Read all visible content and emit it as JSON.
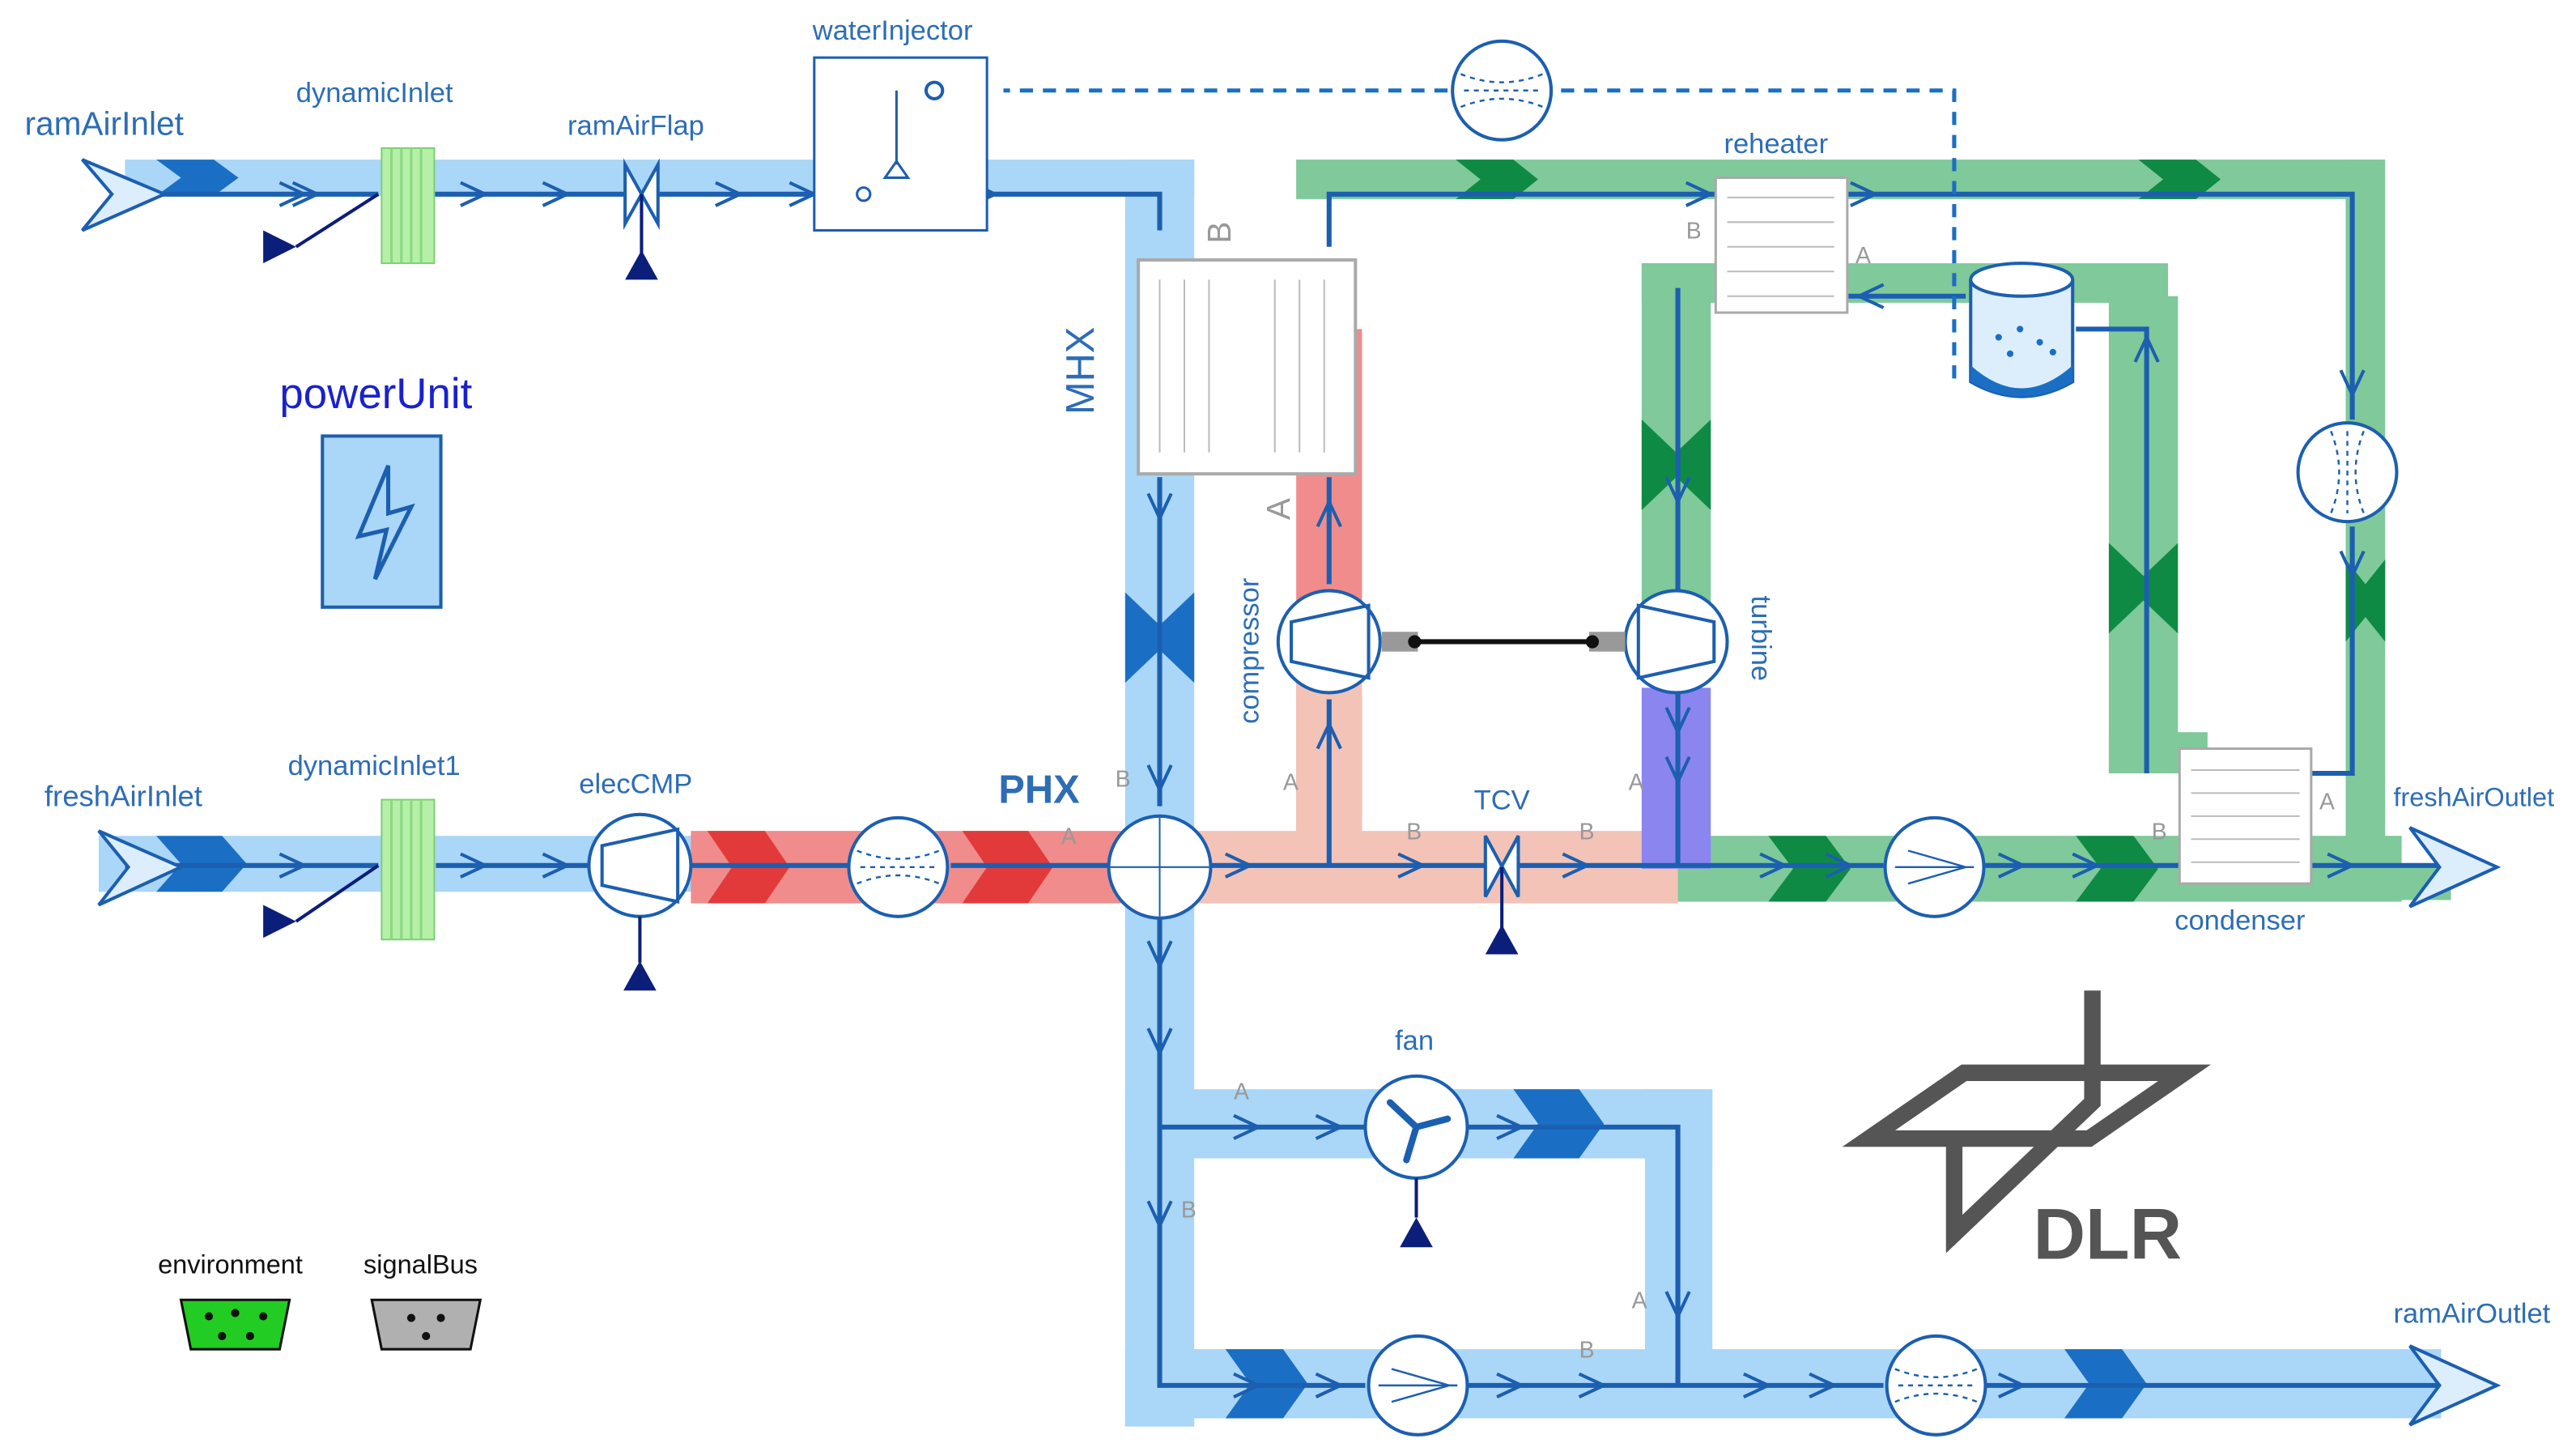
{
  "diagram": {
    "labels": {
      "ramAirInlet": "ramAirInlet",
      "dynamicInlet": "dynamicInlet",
      "ramAirFlap": "ramAirFlap",
      "waterInjector": "waterInjector",
      "reheater": "reheater",
      "MHX": "MHX",
      "powerUnit": "powerUnit",
      "compressor": "compressor",
      "turbine": "turbine",
      "freshAirInlet": "freshAirInlet",
      "dynamicInlet1": "dynamicInlet1",
      "elecCMP": "elecCMP",
      "PHX": "PHX",
      "TCV": "TCV",
      "freshAirOutlet": "freshAirOutlet",
      "condenser": "condenser",
      "fan": "fan",
      "ramAirOutlet": "ramAirOutlet",
      "environment": "environment",
      "signalBus": "signalBus",
      "logo": "DLR"
    },
    "port_letters": {
      "A": "A",
      "B": "B"
    },
    "colors": {
      "ram_air": "#aad6f7",
      "ram_air_chevron": "#1a6fc4",
      "hot_air": "#f08c8c",
      "hot_air_chevron": "#e23a3a",
      "warm_air": "#f3c3b8",
      "cold_air": "#7fc99a",
      "cold_air_chevron": "#0f8a44",
      "turbine_exit": "#8b85f0",
      "label_blue": "#2d6db5",
      "signal_navy": "#0b1e7a",
      "environment_connector": "#22cc22",
      "signalbus_connector": "#b0b0b0",
      "logo_gray": "#555555"
    },
    "icons": {
      "inlet": "hollow-arrow-inlet-icon",
      "outlet": "hollow-arrow-outlet-icon",
      "power": "lightning-bolt-icon",
      "compressor": "compressor-icon",
      "turbine": "turbine-icon",
      "fan": "fan-propeller-icon",
      "heat_exchanger": "heat-exchanger-icon",
      "water_tank": "water-separator-icon",
      "valve": "butterfly-valve-icon",
      "sensor": "flow-sensor-icon",
      "signal": "signal-triangle-icon"
    }
  }
}
